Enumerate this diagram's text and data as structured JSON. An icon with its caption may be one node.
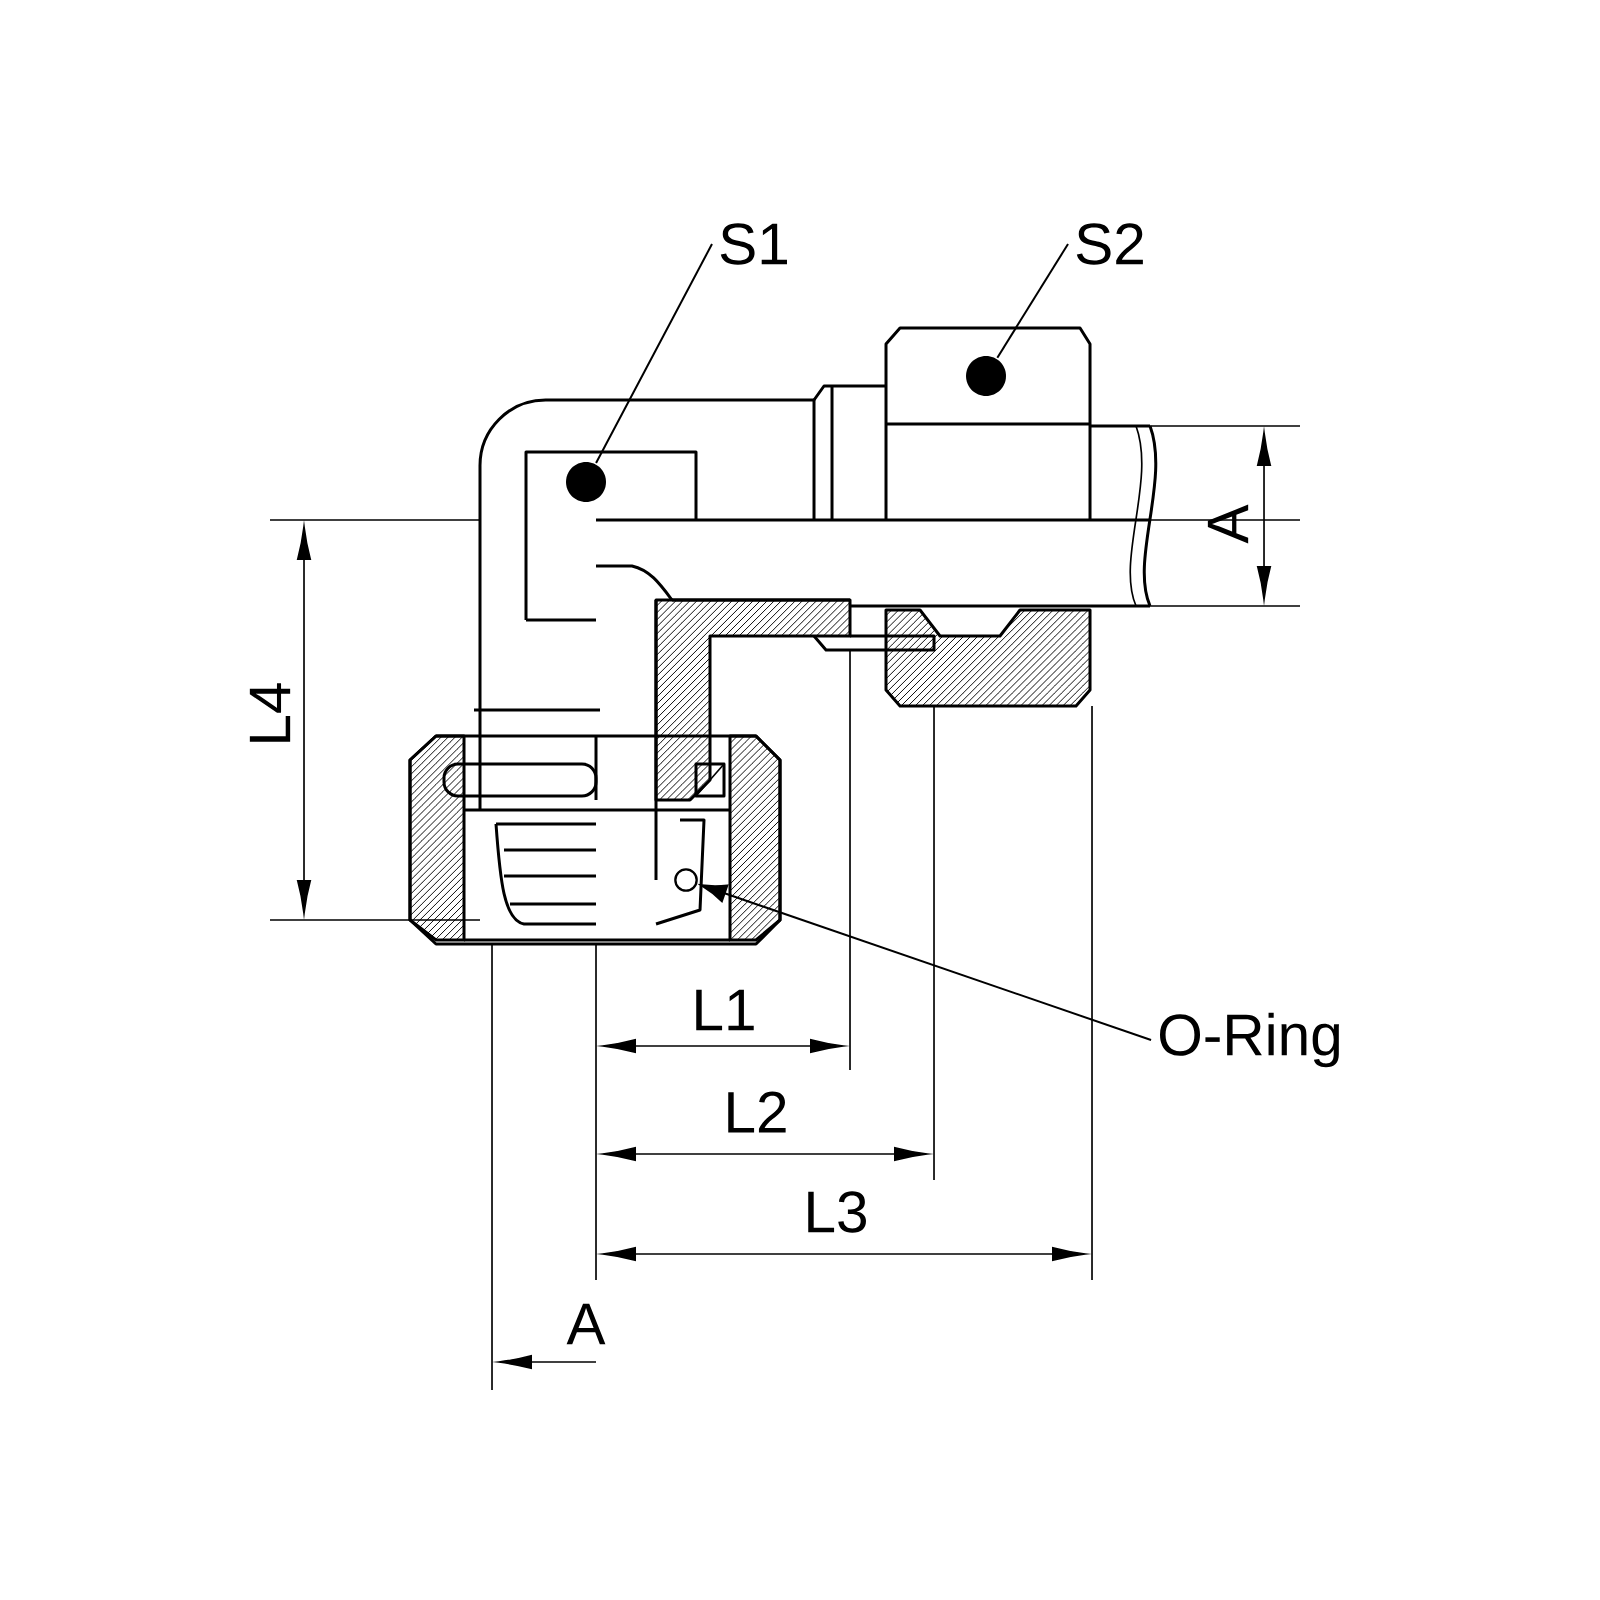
{
  "diagram": {
    "nodes": [
      {
        "text": [
          "S1"
        ]
      },
      {
        "text": [],
        "shape": "circle"
      },
      {
        "text": [
          "S2"
        ]
      },
      {
        "text": [],
        "shape": "circle"
      },
      {
        "text": [
          "O-Ring"
        ]
      },
      {
        "text": [],
        "shape": "circle"
      }
    ],
    "edges": [
      {
        "from": 0,
        "to": 1,
        "arrow": "none"
      },
      {
        "from": 2,
        "to": 3,
        "arrow": "none"
      },
      {
        "from": 4,
        "to": 5,
        "arrow": "to"
      }
    ],
    "labels": [
      "A",
      "L4",
      "L1",
      "L2",
      "L3",
      "A"
    ]
  }
}
